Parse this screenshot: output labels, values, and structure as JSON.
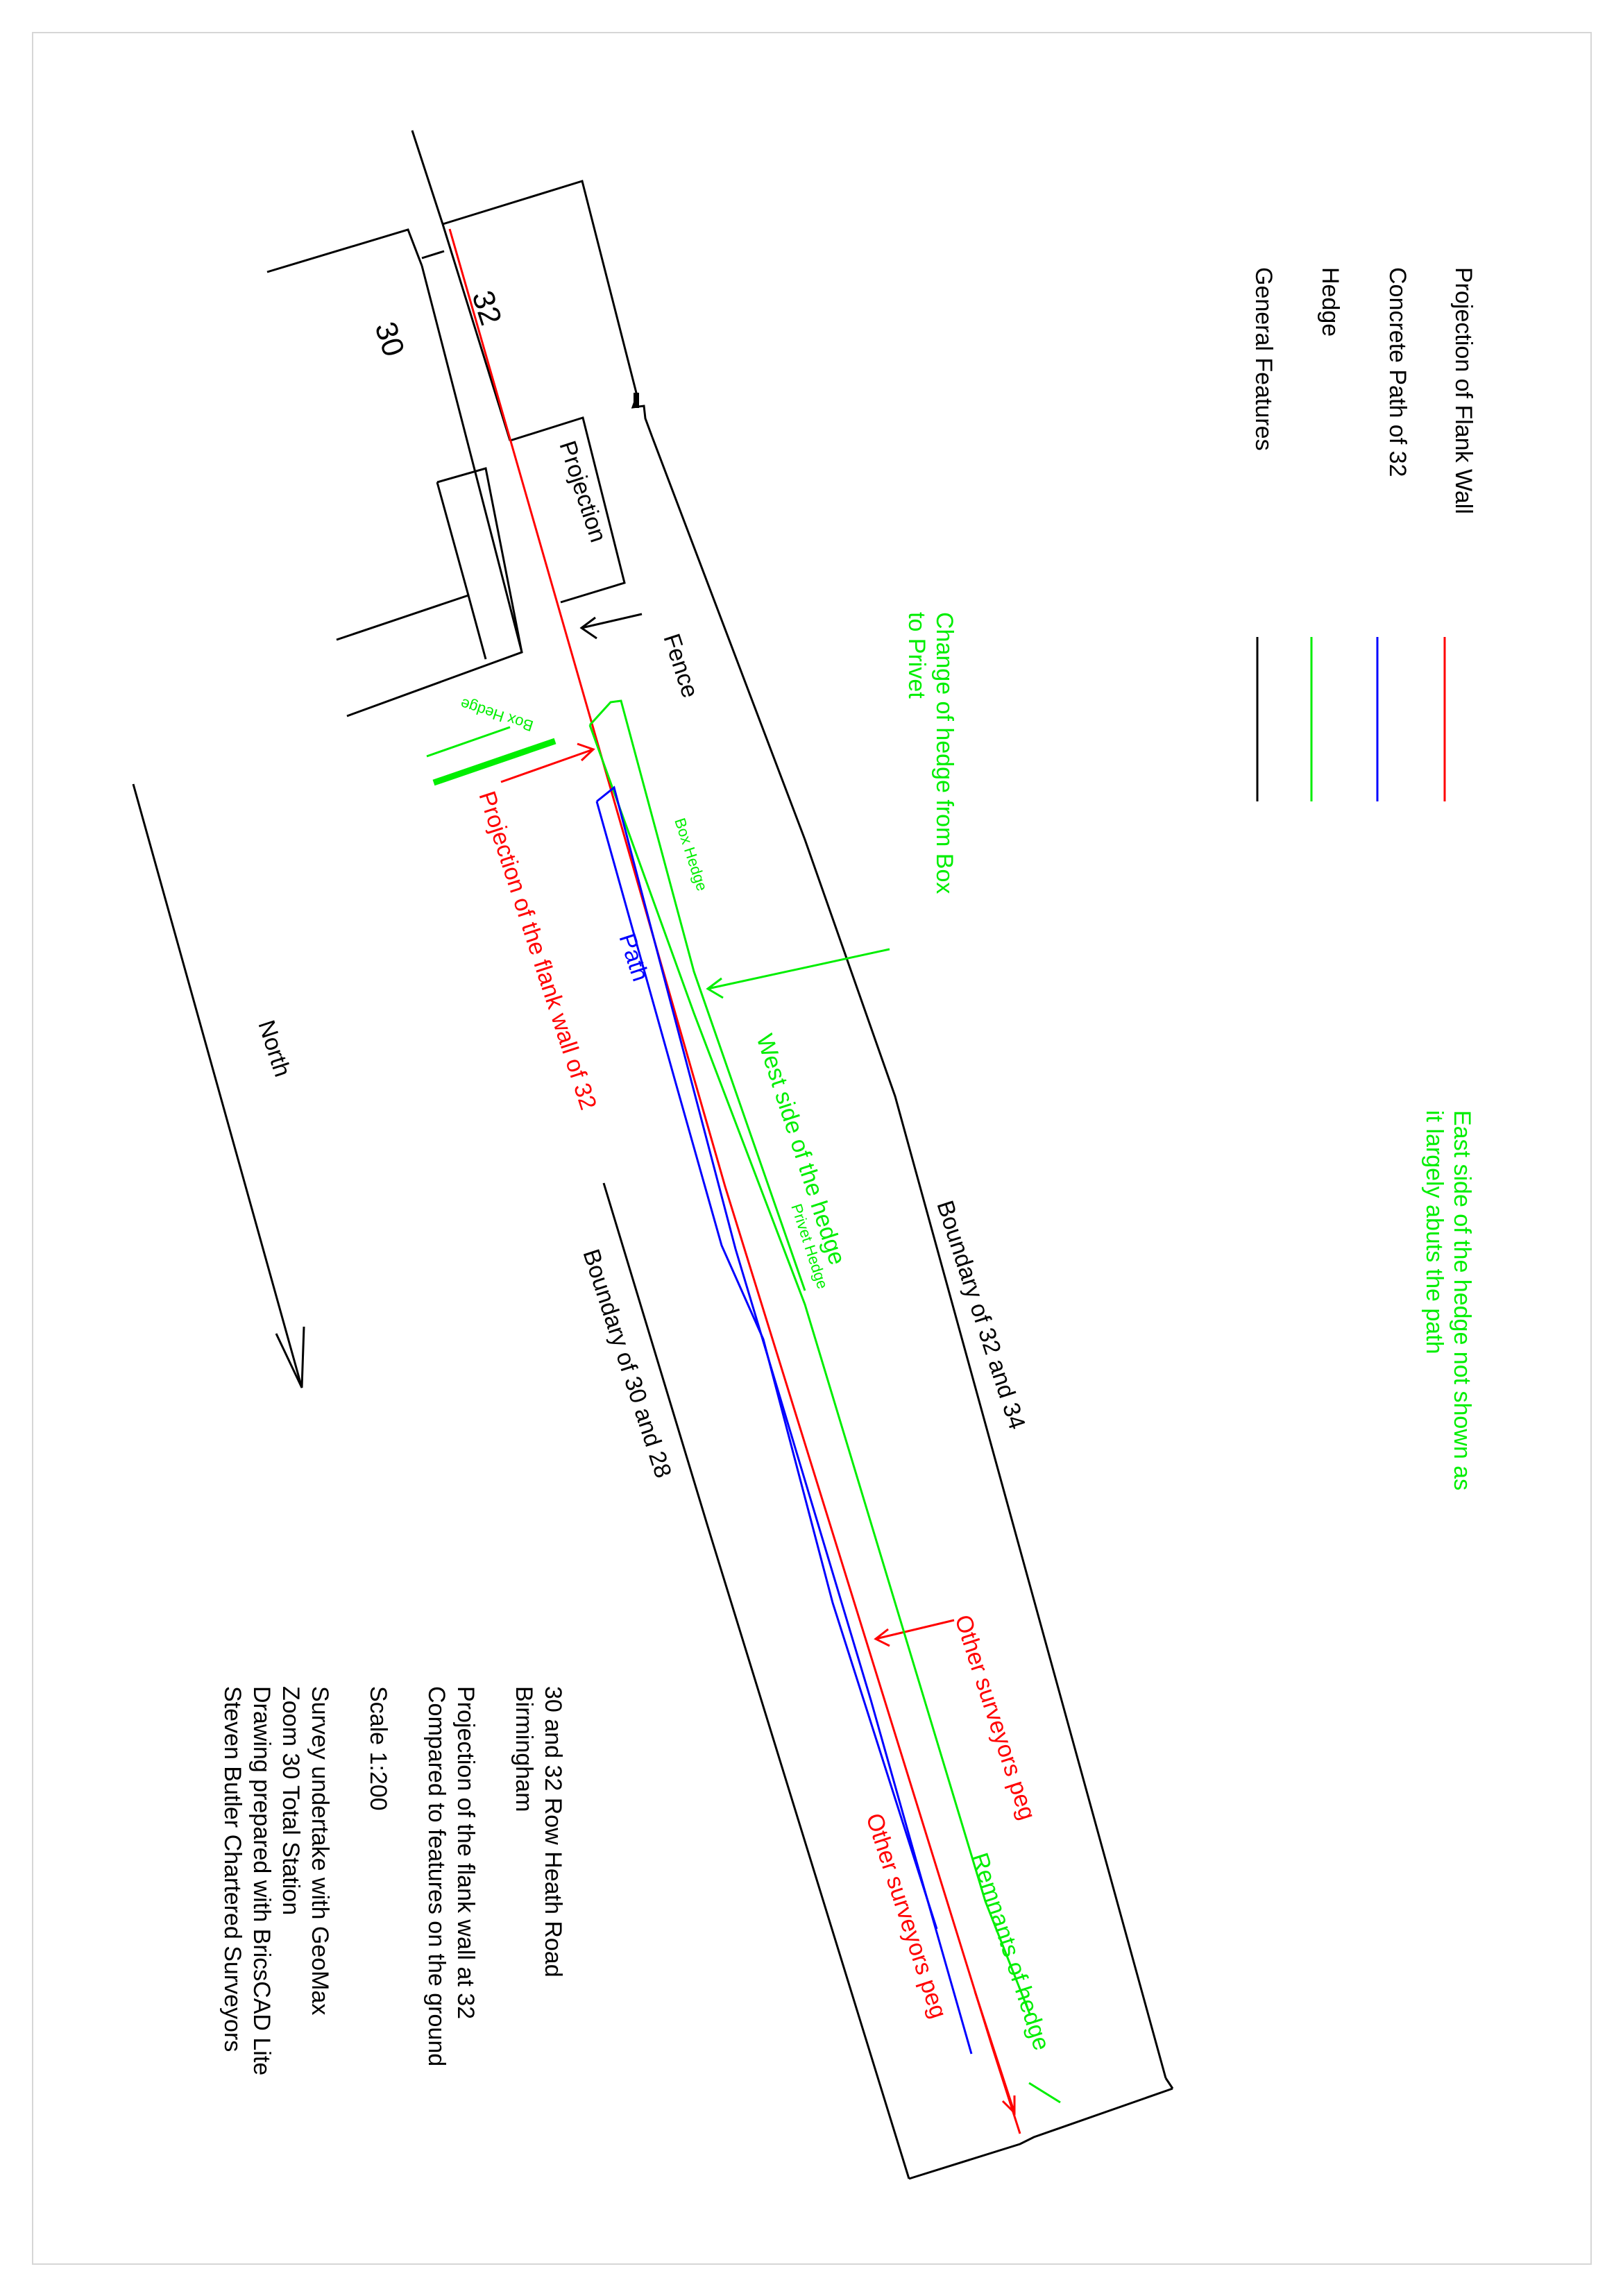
{
  "labels": {
    "house_32": "32",
    "house_30": "30",
    "projection": "Projection",
    "fence": "Fence",
    "box_hedge_small": "Box Hedge",
    "box_hedge_path": "Box Hedge",
    "privet_hedge": "Privet Hedge",
    "path": "Path",
    "north": "North",
    "projection_flank": "Projection of the flank wall of 32",
    "west_side": "West side of the hedge",
    "boundary_32_34": "Boundary of 32 and 34",
    "boundary_30_28": "Boundary of 30 and 28",
    "change_hedge_1": "Change of hedge from Box",
    "change_hedge_2": "to Privet",
    "east_side_1": "East side of the hedge not shown as",
    "east_side_2": "it largely abuts the path",
    "other_peg_1": "Other surveyors peg",
    "other_peg_2": "Other surveyors peg",
    "remnants": "Remnants of hedge"
  },
  "legend": [
    {
      "label": "Projection of Flank Wall",
      "color": "#ff0000"
    },
    {
      "label": "Concrete Path of 32",
      "color": "#0000ff"
    },
    {
      "label": "Hedge",
      "color": "#00ee00"
    },
    {
      "label": "General Features",
      "color": "#000000"
    }
  ],
  "title_block": {
    "address_1": "30 and 32 Row Heath Road",
    "address_2": "Birmingham",
    "desc_1": "Projection of the flank wall at 32",
    "desc_2": "Compared to features on the ground",
    "scale": "Scale 1:200",
    "survey_1": "Survey undertake with GeoMax",
    "survey_2": "Zoom 30 Total Station",
    "survey_3": "Drawing prepared with BricsCAD Lite",
    "survey_4": "Steven Butler Chartered Surveyors"
  },
  "colors": {
    "flank_wall": "#ff0000",
    "path": "#0000ff",
    "hedge": "#00ee00",
    "general": "#000000"
  }
}
